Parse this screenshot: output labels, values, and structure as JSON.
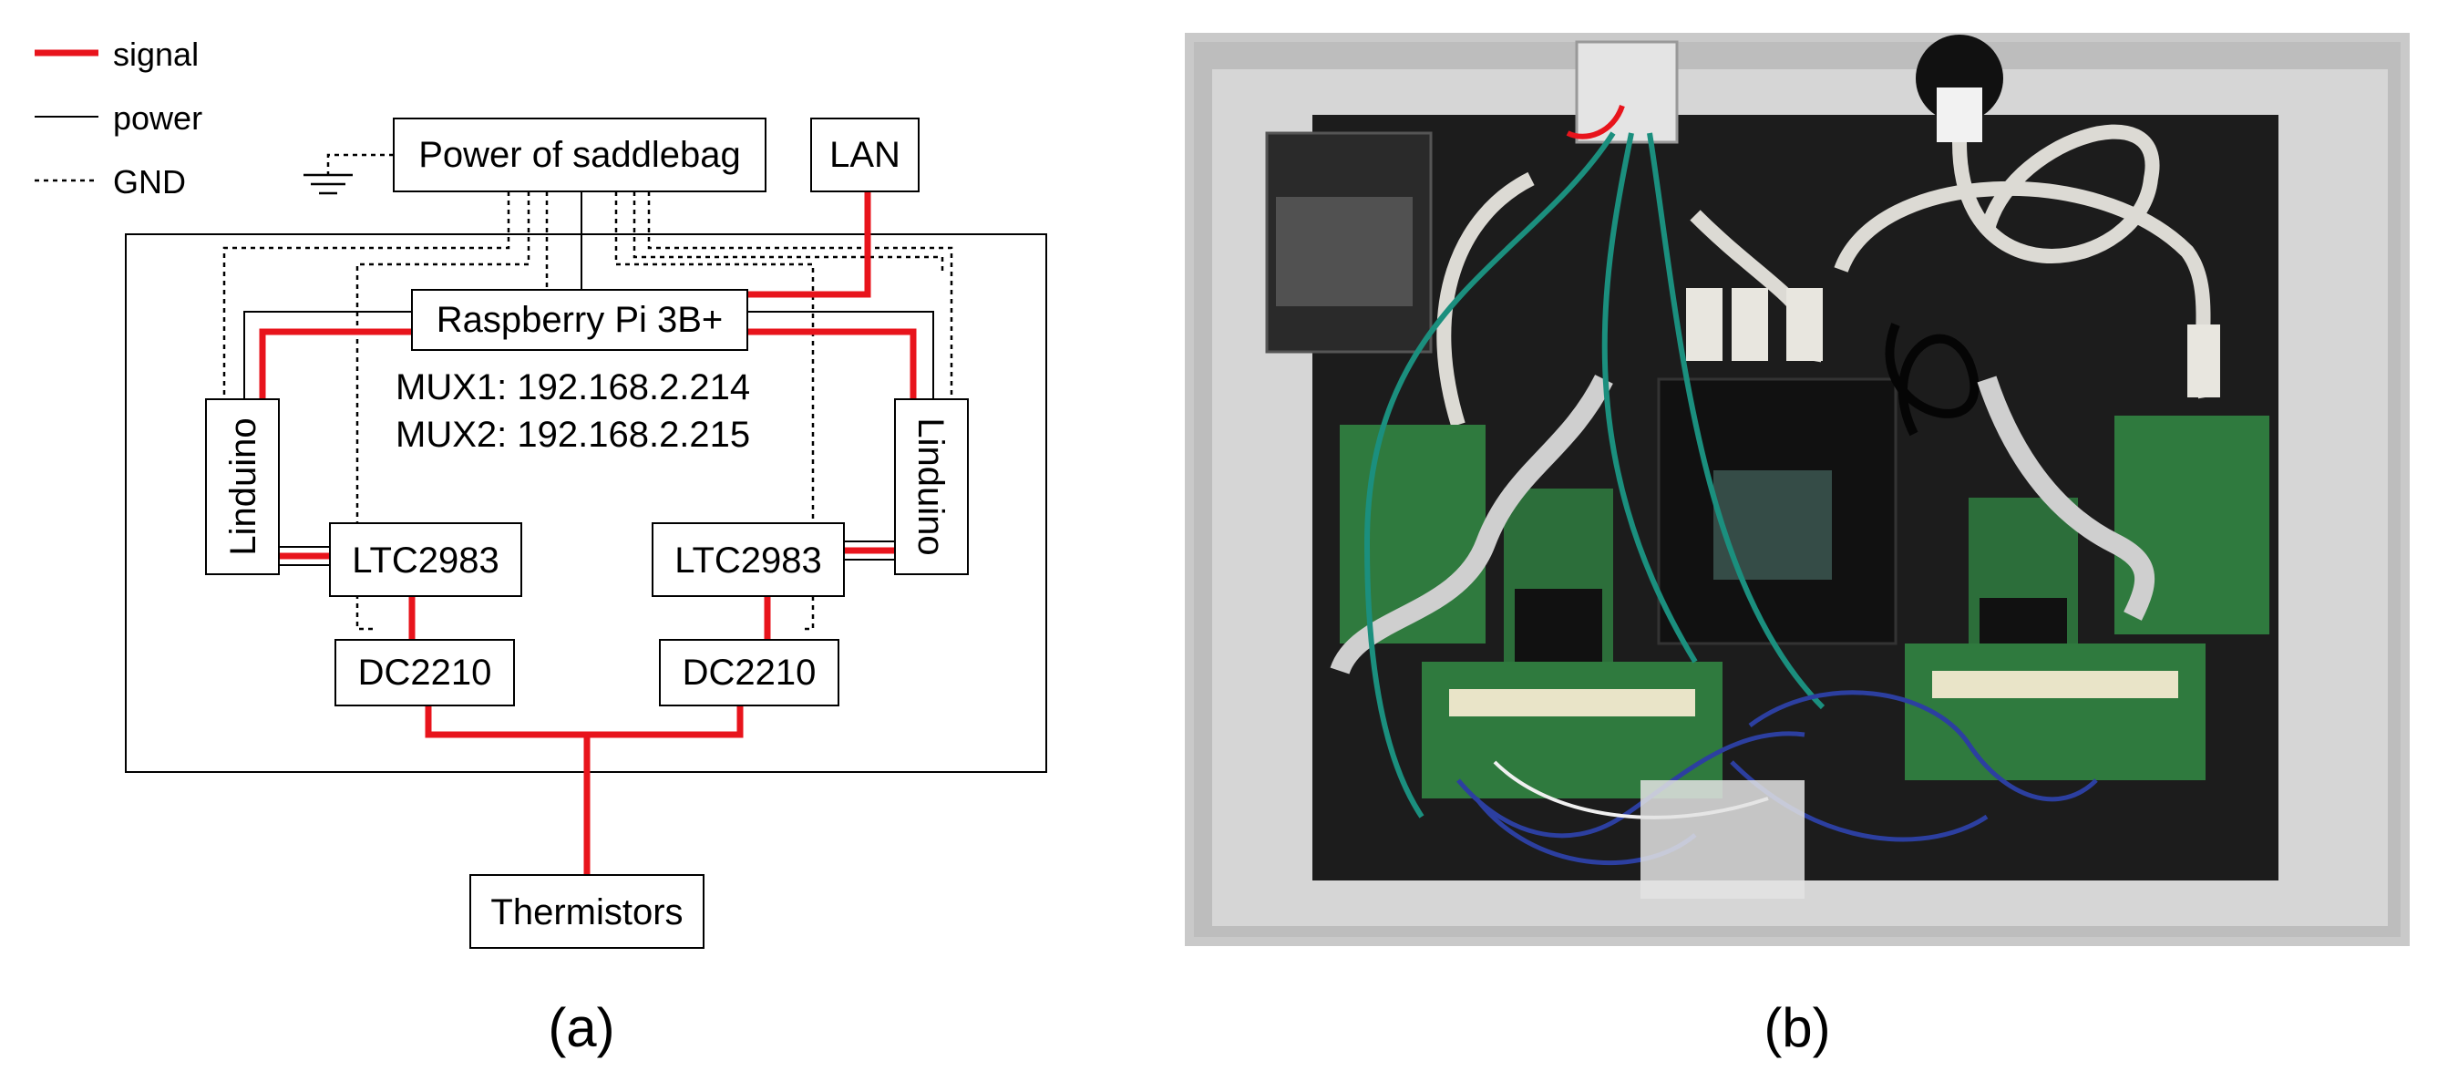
{
  "legend": {
    "signal": "signal",
    "power": "power",
    "gnd": "GND"
  },
  "diagram": {
    "power_source": "Power of saddlebag",
    "lan": "LAN",
    "raspberry_pi": "Raspberry Pi 3B+",
    "mux1": "MUX1: 192.168.2.214",
    "mux2": "MUX2: 192.168.2.215",
    "linduino_left": "Linduino",
    "linduino_right": "Linduino",
    "ltc_left": "LTC2983",
    "ltc_right": "LTC2983",
    "dc_left": "DC2210",
    "dc_right": "DC2210",
    "thermistors": "Thermistors"
  },
  "labels": {
    "a": "(a)",
    "b": "(b)"
  },
  "colors": {
    "signal": "#e8141c",
    "power": "#000000",
    "gnd": "#000000",
    "cable_teal": "#1b8f7e",
    "cable_grey": "#dcdad4",
    "pcb_green": "#2f7a3e",
    "panel_black": "#1c1c1c",
    "case_metal": "#cfcfcf"
  },
  "photo_icon": "hardware-photo"
}
